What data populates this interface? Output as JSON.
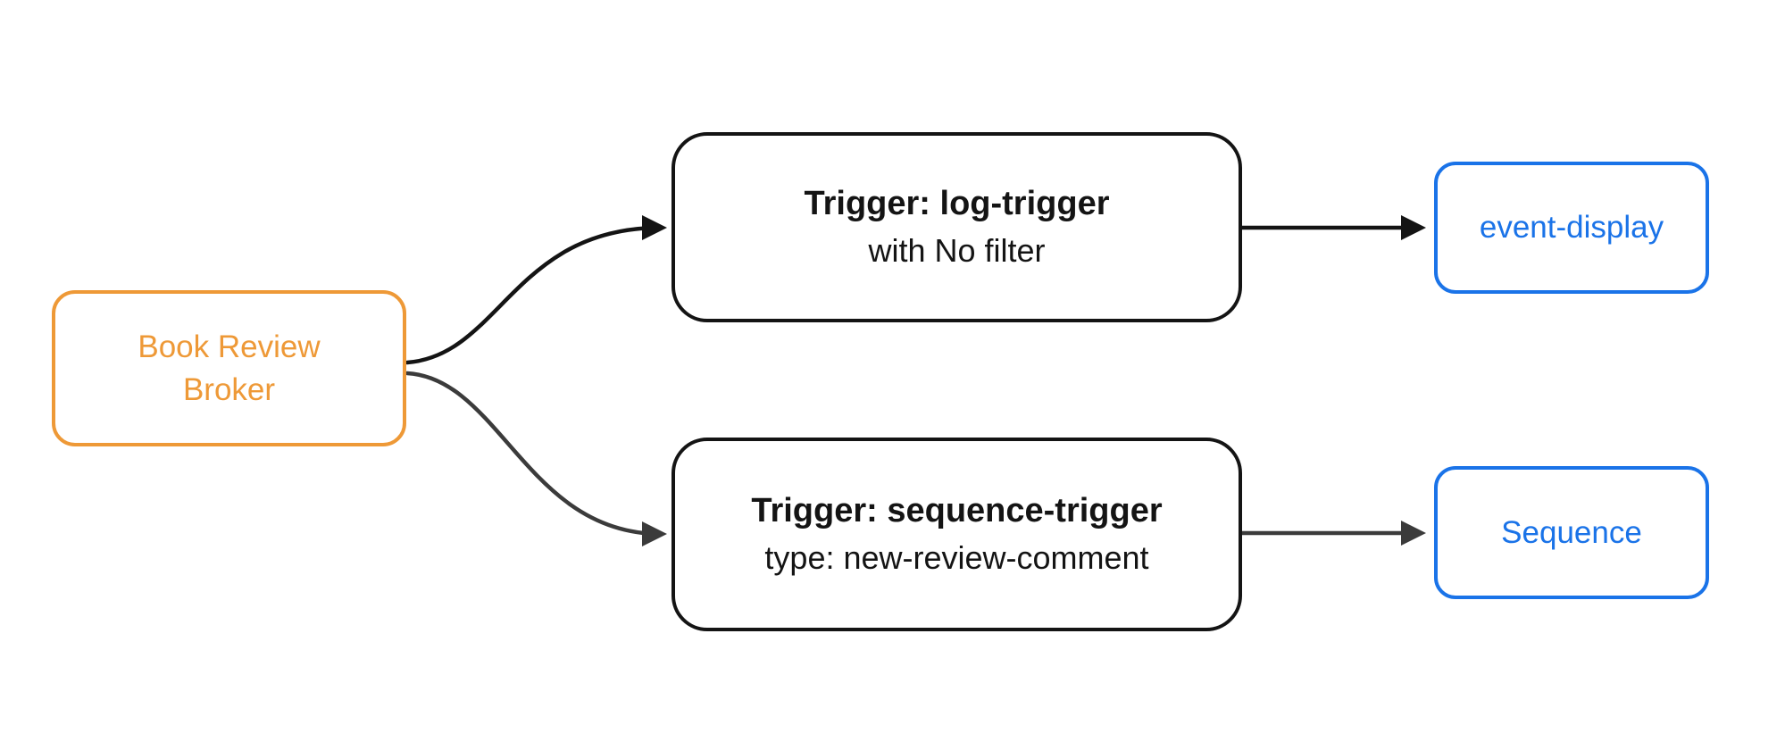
{
  "nodes": {
    "broker": {
      "label": "Book Review\nBroker",
      "accent_color": "#EE9937"
    },
    "triggers": [
      {
        "title": "Trigger: log-trigger",
        "subtitle": "with No filter",
        "border_color": "#141414"
      },
      {
        "title": "Trigger: sequence-trigger",
        "subtitle": "type: new-review-comment",
        "border_color": "#141414"
      }
    ],
    "sinks": [
      {
        "label": "event-display",
        "accent_color": "#1A73E8"
      },
      {
        "label": "Sequence",
        "accent_color": "#1A73E8"
      }
    ]
  },
  "edges": [
    {
      "from": "Book Review Broker",
      "to": "Trigger: log-trigger"
    },
    {
      "from": "Book Review Broker",
      "to": "Trigger: sequence-trigger"
    },
    {
      "from": "Trigger: log-trigger",
      "to": "event-display"
    },
    {
      "from": "Trigger: sequence-trigger",
      "to": "Sequence"
    }
  ]
}
